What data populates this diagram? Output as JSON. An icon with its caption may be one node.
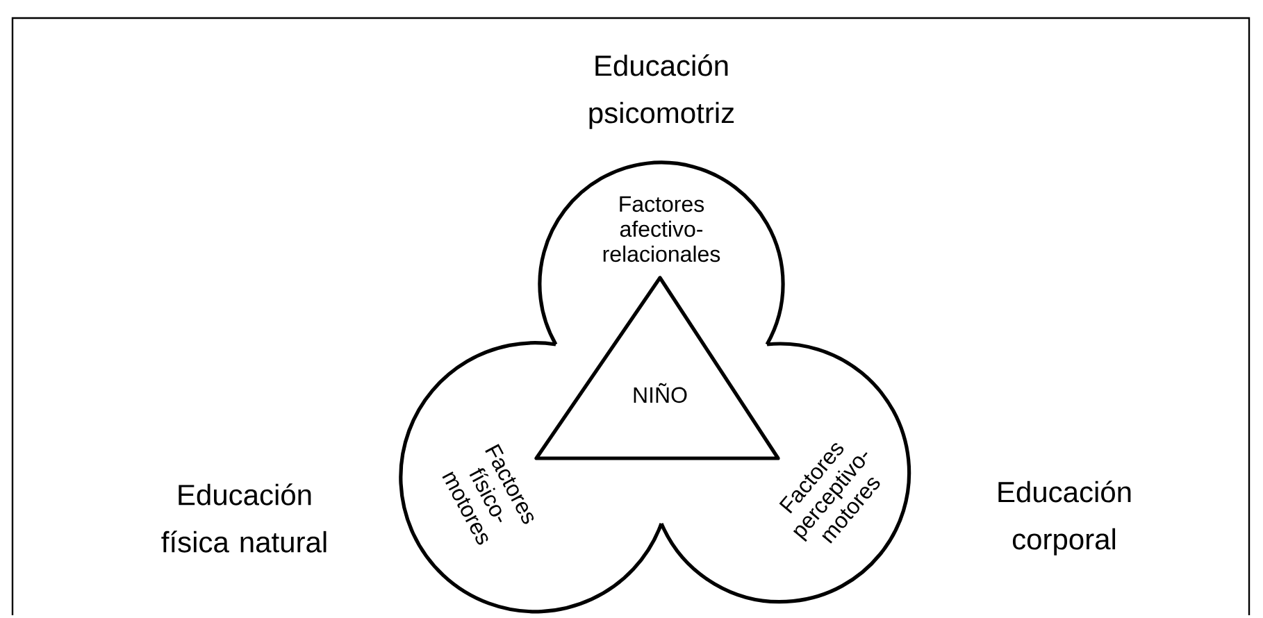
{
  "diagram": {
    "nodes": [
      {
        "text": [
          "Factores afectivo-relacionales"
        ]
      },
      {
        "text": [
          "NIÑO"
        ]
      },
      {
        "text": [
          "Factores físico-motores"
        ]
      },
      {
        "text": [
          "Factores perceptivo-motores"
        ]
      }
    ],
    "labels": [
      "Educación psicomotriz",
      "Educación física natural",
      "Educación corporal"
    ]
  }
}
